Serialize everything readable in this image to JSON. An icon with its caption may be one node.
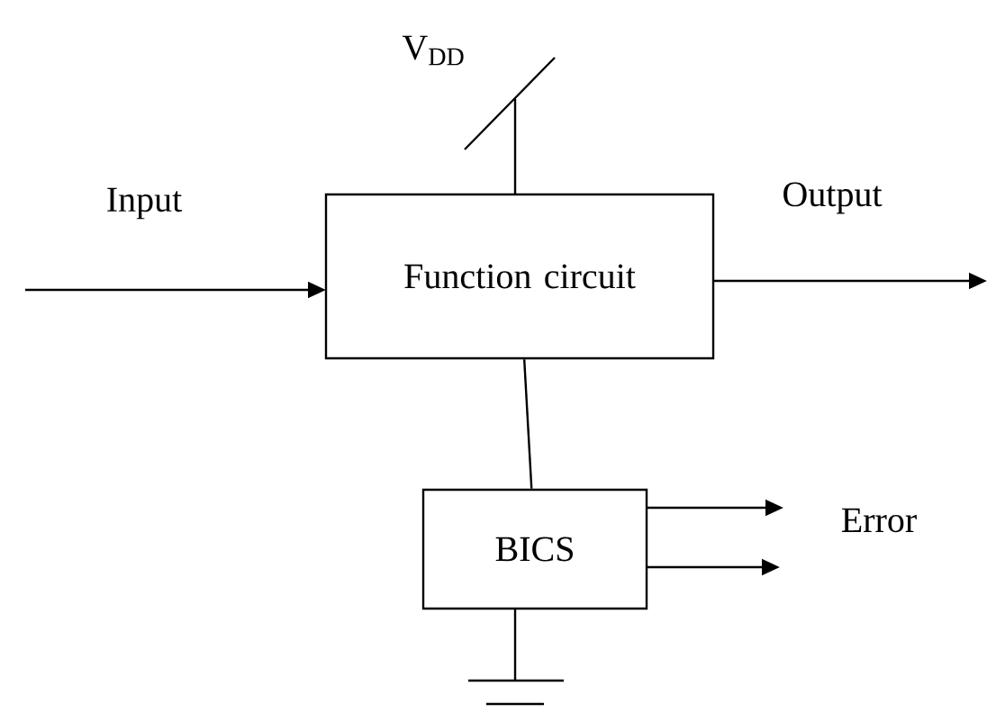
{
  "diagram": {
    "nodes": [
      {
        "text": [
          "Function circuit"
        ]
      },
      {
        "text": [
          "BICS"
        ]
      }
    ],
    "edges": [
      {
        "from": null,
        "to": 0,
        "arrow": "to",
        "label": "Input"
      },
      {
        "from": 0,
        "to": null,
        "arrow": "to",
        "label": "Output"
      },
      {
        "from": 0,
        "to": 1,
        "arrow": "none"
      },
      {
        "from": 1,
        "to": null,
        "arrow": "to",
        "label": "Error"
      },
      {
        "from": 1,
        "to": null,
        "arrow": "to"
      }
    ],
    "labels": [
      "V$_{DD}$"
    ]
  }
}
